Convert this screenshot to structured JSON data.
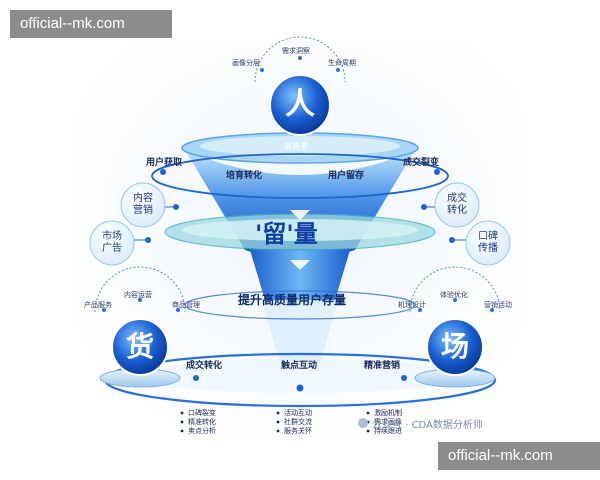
{
  "watermark": {
    "text": "official--mk.com"
  },
  "top": {
    "ren": "人",
    "consumer": "消费者",
    "labels": [
      "画像分层",
      "需求洞察",
      "生命周期"
    ]
  },
  "ring1": {
    "left": "用户获取",
    "center": "培育转化",
    "right": "用户留存",
    "far_right": "成交裂变"
  },
  "bubbles": {
    "content_marketing": "内容营销",
    "market_ads": "市场广告",
    "deal_conversion": "成交转化",
    "word_of_mouth": "口碑传播"
  },
  "retention": {
    "title": "'留'量"
  },
  "stock": {
    "title": "提升高质量用户存量"
  },
  "huo": {
    "char": "货",
    "labels": [
      "产品服务",
      "内容运营",
      "商品管理"
    ]
  },
  "chang": {
    "char": "场",
    "labels": [
      "机理设计",
      "体验优化",
      "营销活动"
    ]
  },
  "bottom_ring": {
    "left": "成交转化",
    "center": "触点互动",
    "right": "精准营销"
  },
  "lists": {
    "left": [
      "口碑裂变",
      "精准转化",
      "卖点分析"
    ],
    "center": [
      "活动互动",
      "社群交流",
      "服务关怀"
    ],
    "right": [
      "激励机制",
      "需求画像",
      "持续跟进"
    ]
  },
  "source": {
    "text": "公众号 · CDA数据分析师"
  },
  "colors": {
    "accent": "#2a6fe0",
    "deep": "#0d3ea8",
    "light": "#a9d6f5"
  }
}
